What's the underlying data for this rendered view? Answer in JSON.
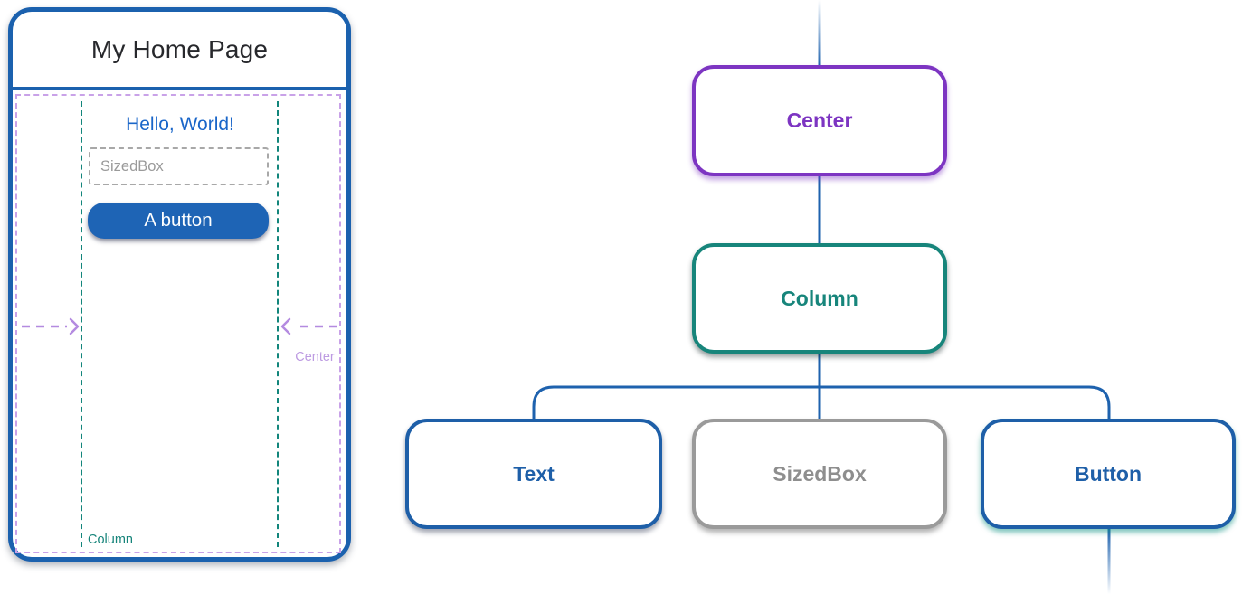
{
  "figure": {
    "description": "Flutter widget tree diagram with phone app preview"
  },
  "phone": {
    "app_bar_title": "My Home Page",
    "hello_text": "Hello, World!",
    "sizedbox_label": "SizedBox",
    "button_label": "A button",
    "center_caption": "Center",
    "column_caption": "Column"
  },
  "tree": {
    "nodes": [
      {
        "id": "center",
        "label": "Center",
        "color": "#7d35c2"
      },
      {
        "id": "column",
        "label": "Column",
        "color": "#17857b"
      },
      {
        "id": "text",
        "label": "Text",
        "color": "#1e5fa8"
      },
      {
        "id": "sizedbox",
        "label": "SizedBox",
        "color": "#8e8e8e"
      },
      {
        "id": "button",
        "label": "Button",
        "color": "#1e5fa8"
      }
    ]
  },
  "colors": {
    "phone_frame_blue": "#1b61ae",
    "connector_blue": "#1e62ae",
    "purple_accent": "#7d35c2",
    "teal_accent": "#17857b",
    "gray_accent": "#9a9a9a",
    "guide_purple_dashed": "#c9a2e8",
    "guide_teal_dashed": "#12857b",
    "arrow_light_purple": "#b48be0",
    "hello_blue": "#1a66c9",
    "button_fill": "#1e64b5"
  }
}
